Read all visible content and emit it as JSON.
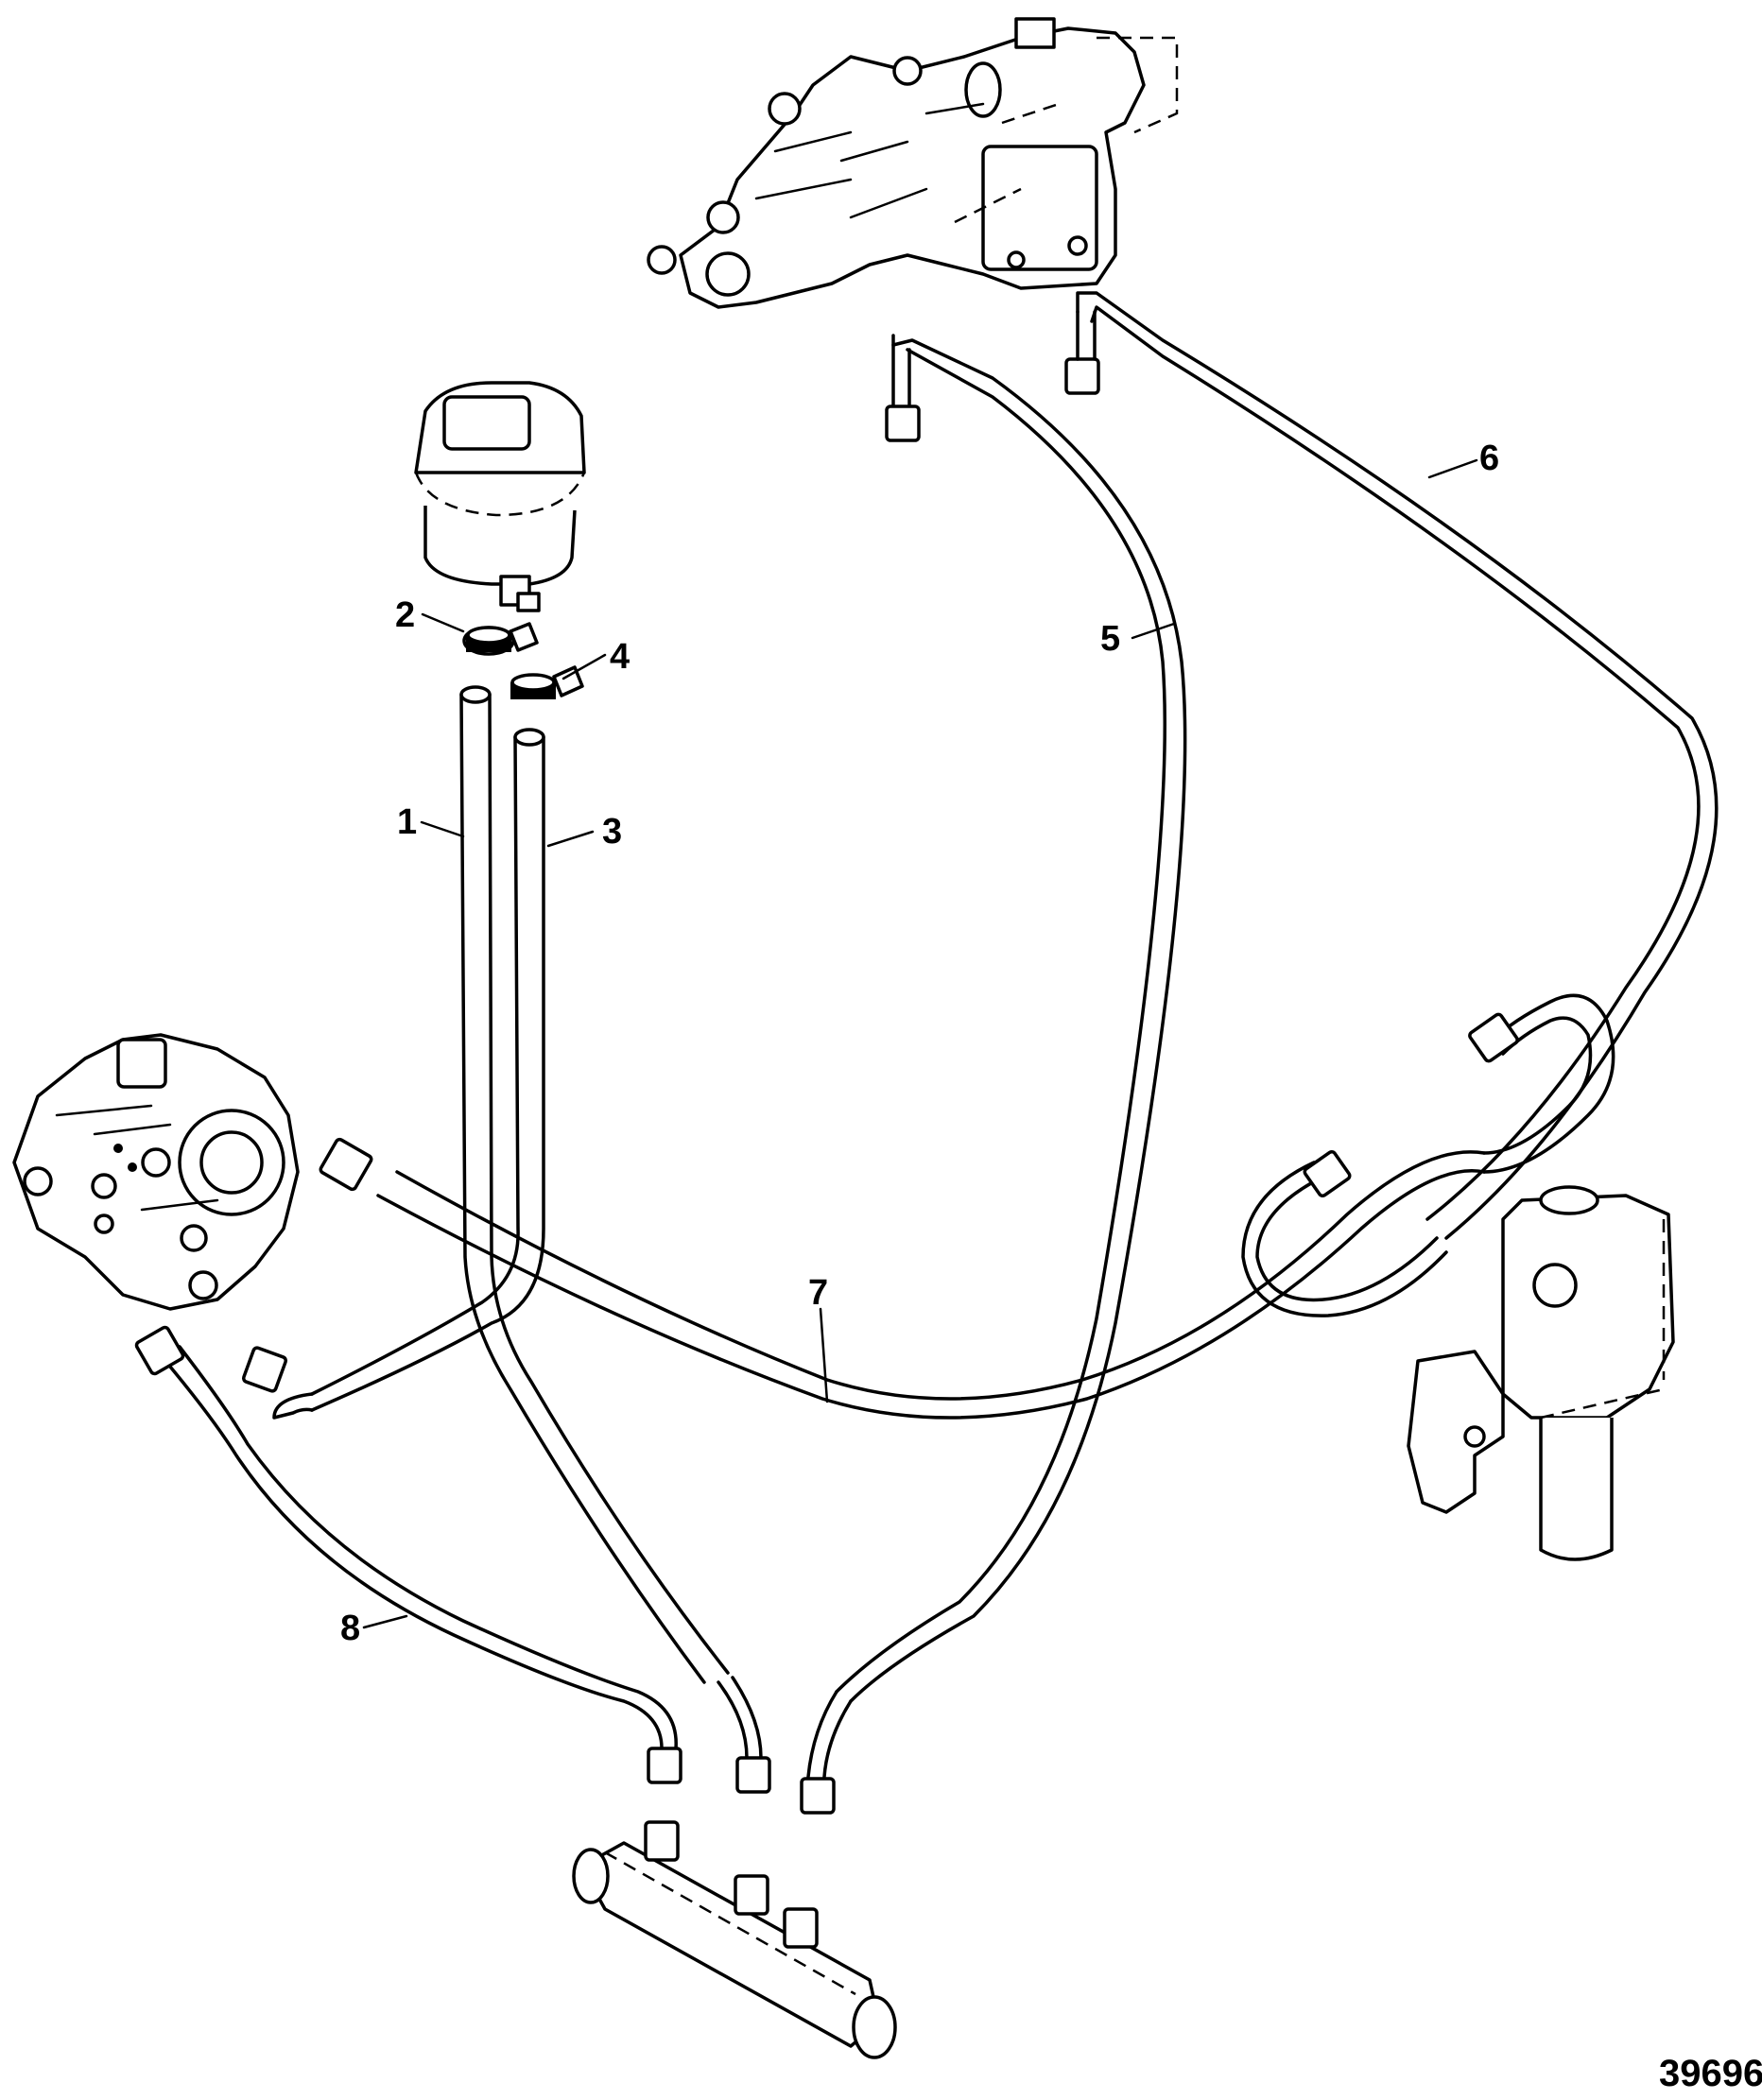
{
  "diagram": {
    "figure_number": "39696",
    "callouts": [
      {
        "id": "callout-1",
        "label": "1"
      },
      {
        "id": "callout-2",
        "label": "2"
      },
      {
        "id": "callout-3",
        "label": "3"
      },
      {
        "id": "callout-4",
        "label": "4"
      },
      {
        "id": "callout-5",
        "label": "5"
      },
      {
        "id": "callout-6",
        "label": "6"
      },
      {
        "id": "callout-7",
        "label": "7"
      },
      {
        "id": "callout-8",
        "label": "8"
      }
    ]
  }
}
